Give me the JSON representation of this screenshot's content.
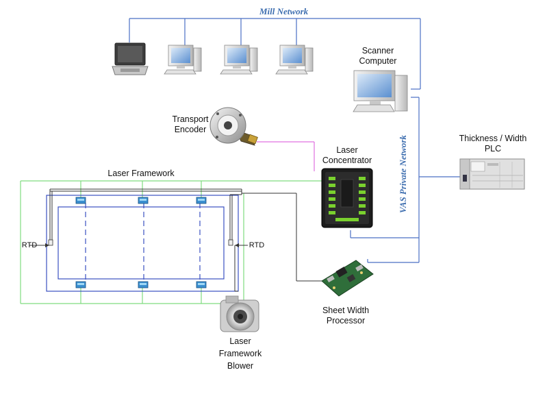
{
  "networks": {
    "mill": "Mill Network",
    "vas": "VAS Private Network"
  },
  "labels": {
    "scanner_computer": [
      "Scanner",
      "Computer"
    ],
    "transport_encoder": [
      "Transport",
      "Encoder"
    ],
    "laser_concentrator": [
      "Laser",
      "Concentrator"
    ],
    "thickness_width_plc": [
      "Thickness / Width",
      "PLC"
    ],
    "laser_framework": "Laser Framework",
    "rtd_left": "RTD",
    "rtd_right": "RTD",
    "sheet_width_processor": [
      "Sheet Width",
      "Processor"
    ],
    "laser_framework_blower": [
      "Laser",
      "Framework",
      "Blower"
    ]
  },
  "colors": {
    "network_line": "#4a6fc4",
    "framework_line": "#7fdc7f",
    "encoder_line": "#e070e0",
    "signal_line": "#333333",
    "network_text": "#3f6fb0"
  },
  "icons": {
    "laptop": "laptop-icon",
    "desktop": "desktop-computer-icon",
    "encoder": "rotary-encoder-icon",
    "concentrator": "laser-concentrator-icon",
    "plc": "plc-icon",
    "processor": "circuit-board-icon",
    "blower": "blower-icon",
    "sensor": "laser-sensor-icon"
  }
}
